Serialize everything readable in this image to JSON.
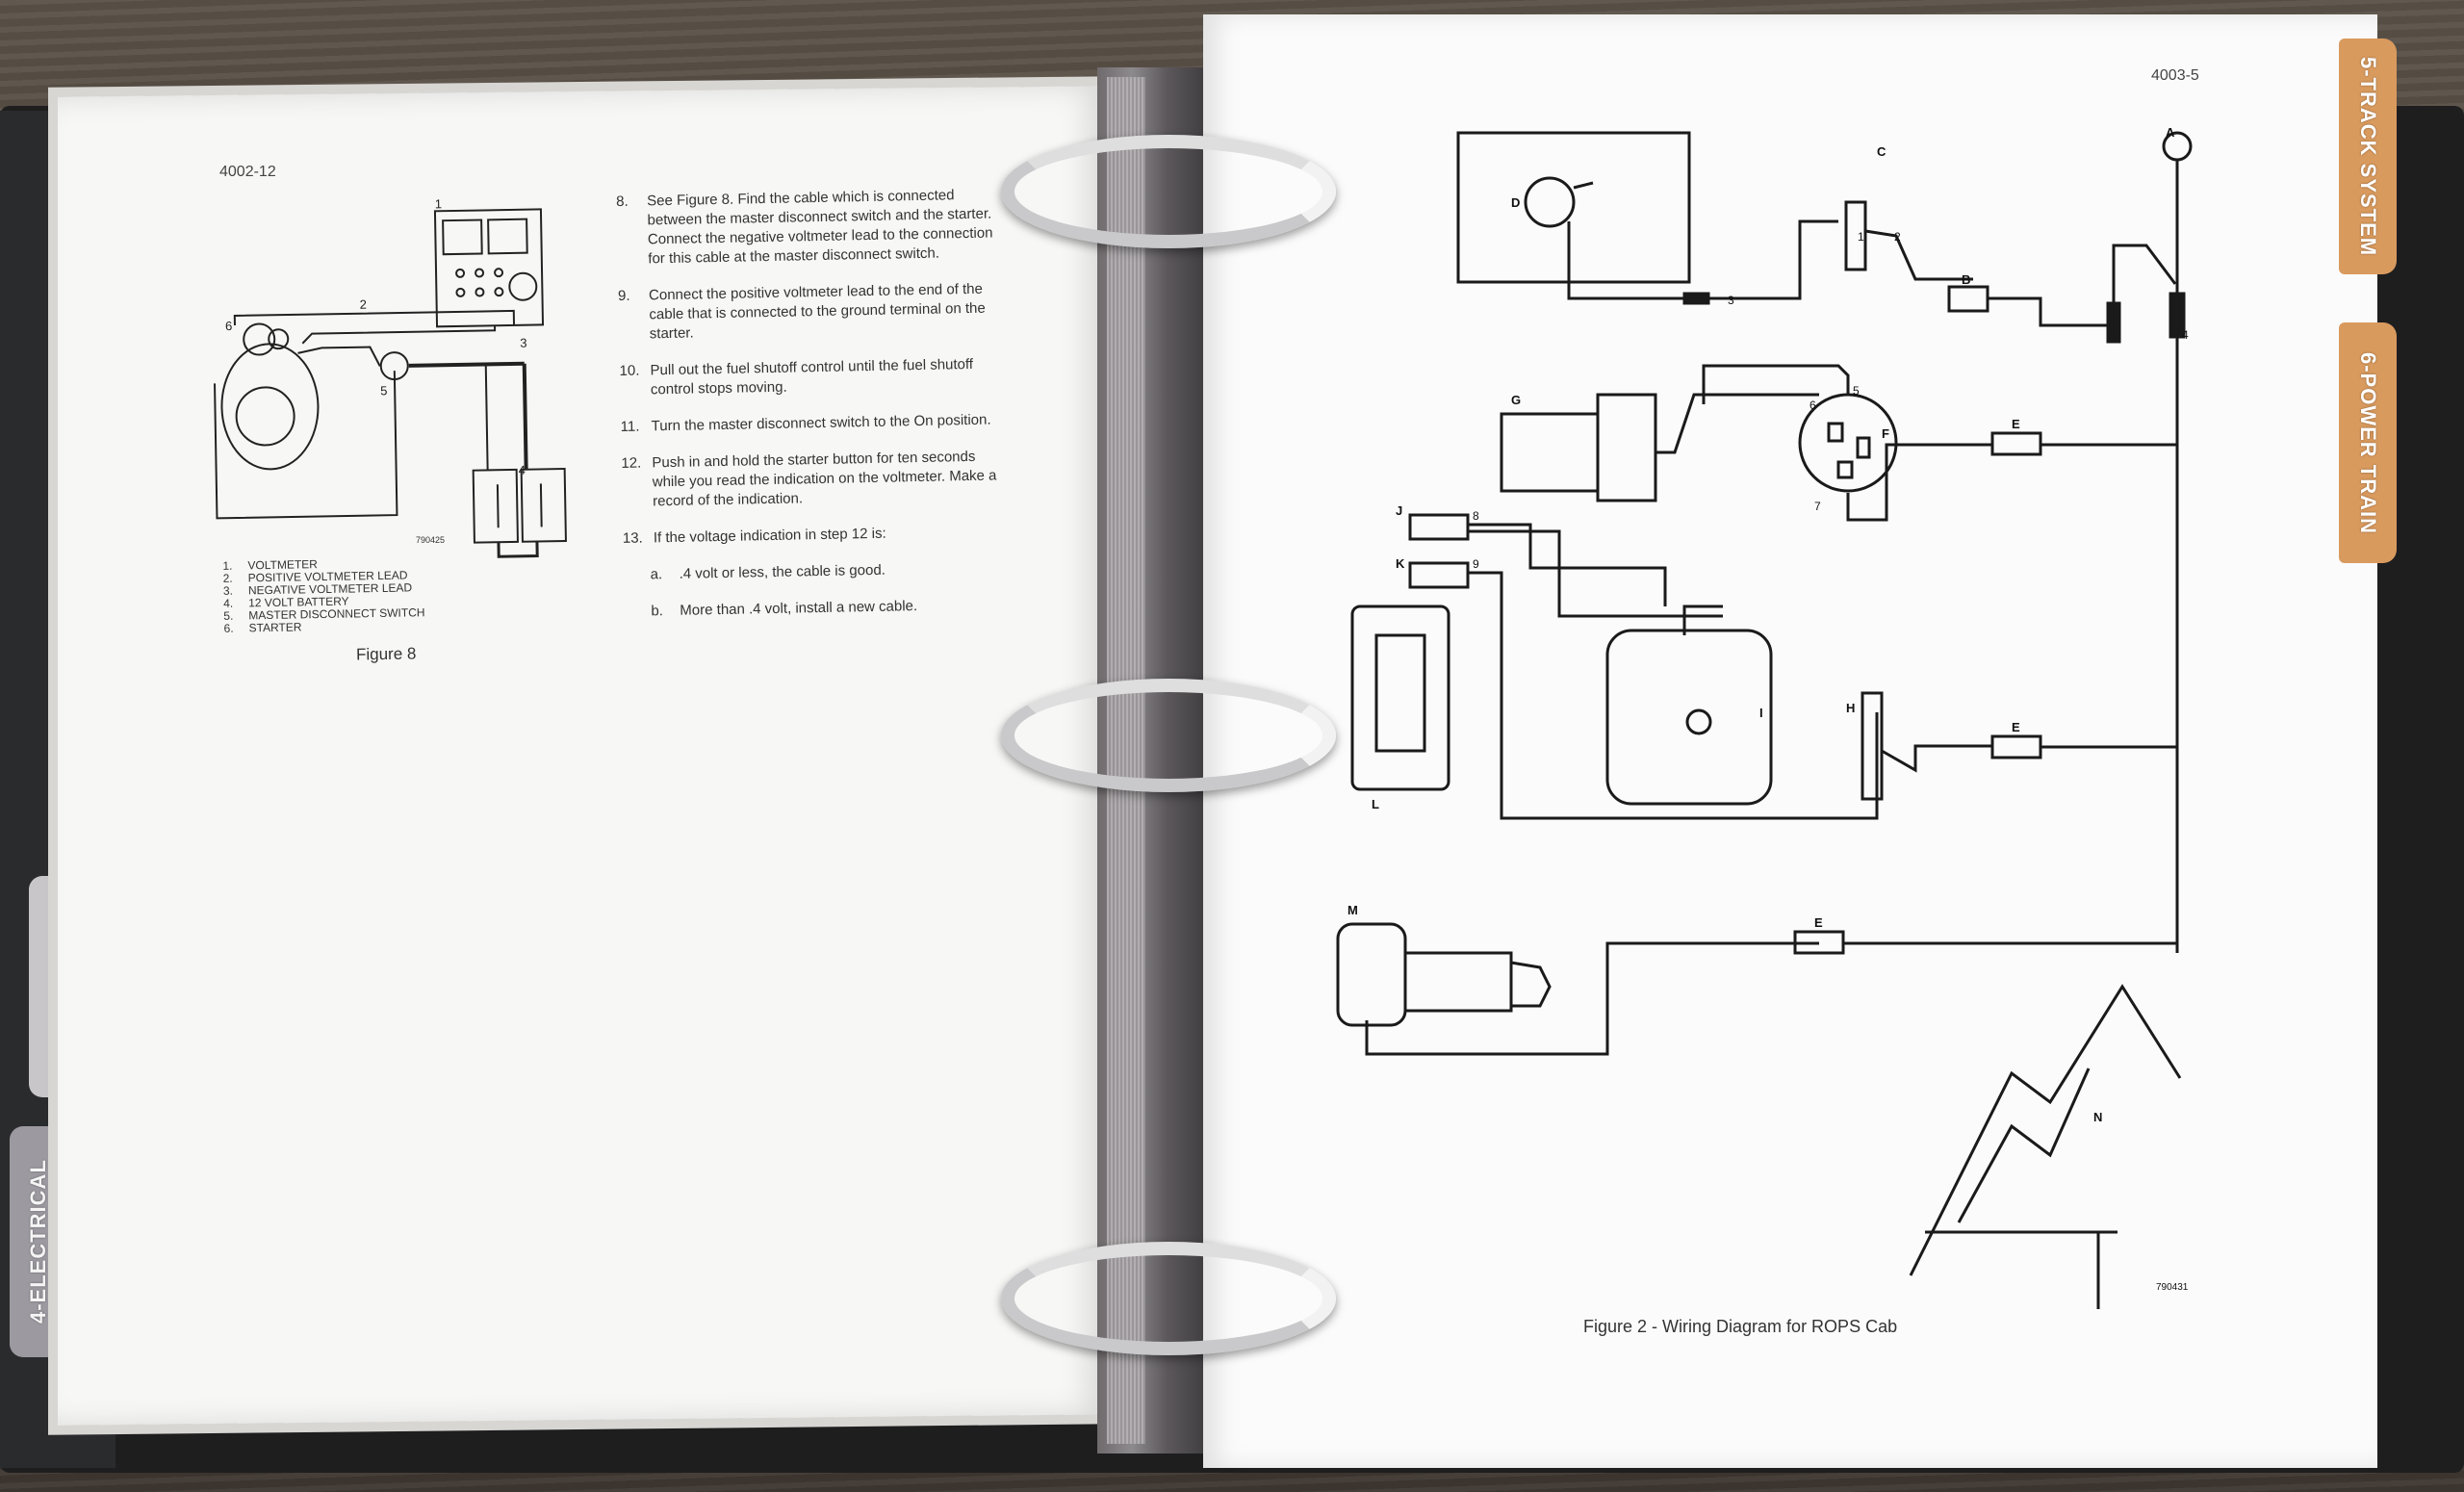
{
  "left_page": {
    "page_number": "4002-12",
    "figure": {
      "caption": "Figure 8",
      "figure_no": "790425",
      "callouts": [
        "1",
        "2",
        "3",
        "4",
        "5",
        "6"
      ],
      "legend": [
        {
          "num": "1.",
          "label": "VOLTMETER"
        },
        {
          "num": "2.",
          "label": "POSITIVE VOLTMETER LEAD"
        },
        {
          "num": "3.",
          "label": "NEGATIVE VOLTMETER LEAD"
        },
        {
          "num": "4.",
          "label": "12 VOLT BATTERY"
        },
        {
          "num": "5.",
          "label": "MASTER DISCONNECT SWITCH"
        },
        {
          "num": "6.",
          "label": "STARTER"
        }
      ]
    },
    "steps": [
      {
        "num": "8.",
        "text": "See Figure 8. Find the cable which is connected between the master disconnect switch and the starter. Connect the negative voltmeter lead to the connection for this cable at the master disconnect switch."
      },
      {
        "num": "9.",
        "text": "Connect the positive voltmeter lead to the end of the cable that is connected to the ground terminal on the starter."
      },
      {
        "num": "10.",
        "text": "Pull out the fuel shutoff control until the fuel shutoff control stops moving."
      },
      {
        "num": "11.",
        "text": "Turn the master disconnect switch to the On position."
      },
      {
        "num": "12.",
        "text": "Push in and hold the starter button for ten seconds while you read the indication on the voltmeter. Make a record of the indication."
      },
      {
        "num": "13.",
        "text": "If the voltage indication in step 12 is:"
      },
      {
        "num": "a.",
        "text": ".4 volt or less, the cable is good.",
        "sub": true
      },
      {
        "num": "b.",
        "text": "More than .4 volt, install a new cable.",
        "sub": true
      }
    ]
  },
  "right_page": {
    "page_number": "4003-5",
    "figure_caption": "Figure 2 - Wiring Diagram for ROPS Cab",
    "figure_no": "790431",
    "component_letters": [
      "A",
      "B",
      "C",
      "D",
      "E",
      "F",
      "G",
      "H",
      "I",
      "J",
      "K",
      "L",
      "M",
      "N"
    ],
    "wire_numbers": [
      "1",
      "2",
      "3",
      "4",
      "5",
      "6",
      "7",
      "8",
      "9"
    ]
  },
  "tabs": [
    {
      "label": "5-TRACK SYSTEM",
      "color": "#d99a5e"
    },
    {
      "label": "6-POWER TRAIN",
      "color": "#d99a5e"
    },
    {
      "label": "4-ELECTRICAL",
      "color": "#9c9aa0"
    }
  ]
}
